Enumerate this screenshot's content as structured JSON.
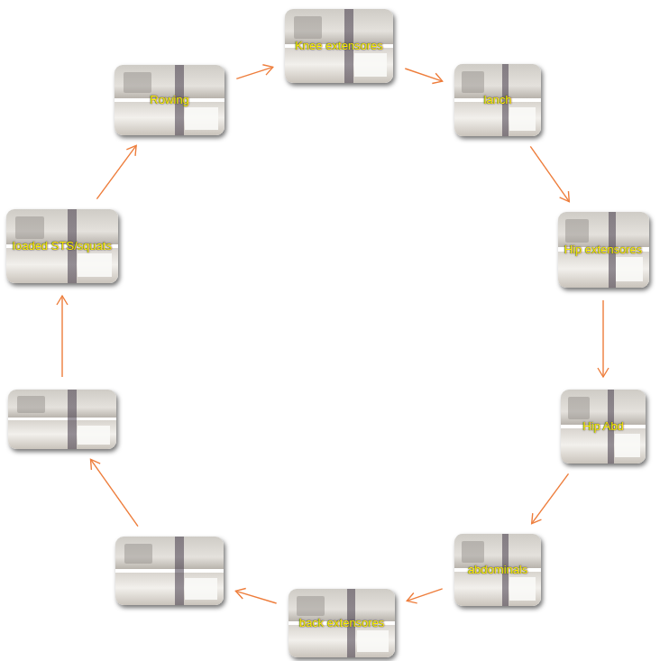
{
  "diagram": {
    "nodes": [
      {
        "text": [
          "Knee extensores"
        ]
      },
      {
        "text": [
          "lanch"
        ]
      },
      {
        "text": [
          "Hip extensores"
        ]
      },
      {
        "text": [
          "Hip Abd"
        ]
      },
      {
        "text": [
          "abdominals"
        ]
      },
      {
        "text": [
          "back extensores"
        ]
      },
      {
        "text": []
      },
      {
        "text": []
      },
      {
        "text": [
          "loaded STS/squats"
        ]
      },
      {
        "text": [
          "Rowing"
        ]
      }
    ],
    "edges": [
      {
        "from": 0,
        "to": 1,
        "arrow": "to"
      },
      {
        "from": 1,
        "to": 2,
        "arrow": "to"
      },
      {
        "from": 2,
        "to": 3,
        "arrow": "to"
      },
      {
        "from": 3,
        "to": 4,
        "arrow": "to"
      },
      {
        "from": 4,
        "to": 5,
        "arrow": "to"
      },
      {
        "from": 5,
        "to": 6,
        "arrow": "to"
      },
      {
        "from": 6,
        "to": 7,
        "arrow": "to"
      },
      {
        "from": 7,
        "to": 8,
        "arrow": "to"
      },
      {
        "from": 8,
        "to": 9,
        "arrow": "to"
      },
      {
        "from": 9,
        "to": 0,
        "arrow": "to"
      }
    ]
  }
}
